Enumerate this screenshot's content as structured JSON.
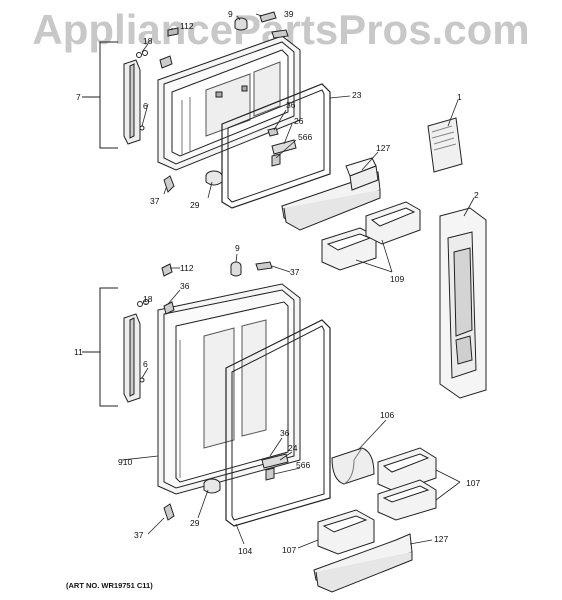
{
  "watermark": "AppliancePartsPros.com",
  "art_number": "(ART NO. WR19751 C11)",
  "colors": {
    "line": "#222222",
    "fill": "#f4f4f4",
    "shade": "#bdbdbd",
    "watermark": "#c8c8c8"
  },
  "callouts_upper": [
    "9",
    "39",
    "112",
    "18",
    "7",
    "6",
    "36",
    "26",
    "566",
    "23",
    "37",
    "29",
    "1",
    "127",
    "2",
    "109"
  ],
  "callouts_lower": [
    "9",
    "112",
    "37",
    "18",
    "36",
    "11",
    "6",
    "910",
    "36",
    "24",
    "566",
    "106",
    "107",
    "37",
    "29",
    "104",
    "107",
    "127"
  ]
}
